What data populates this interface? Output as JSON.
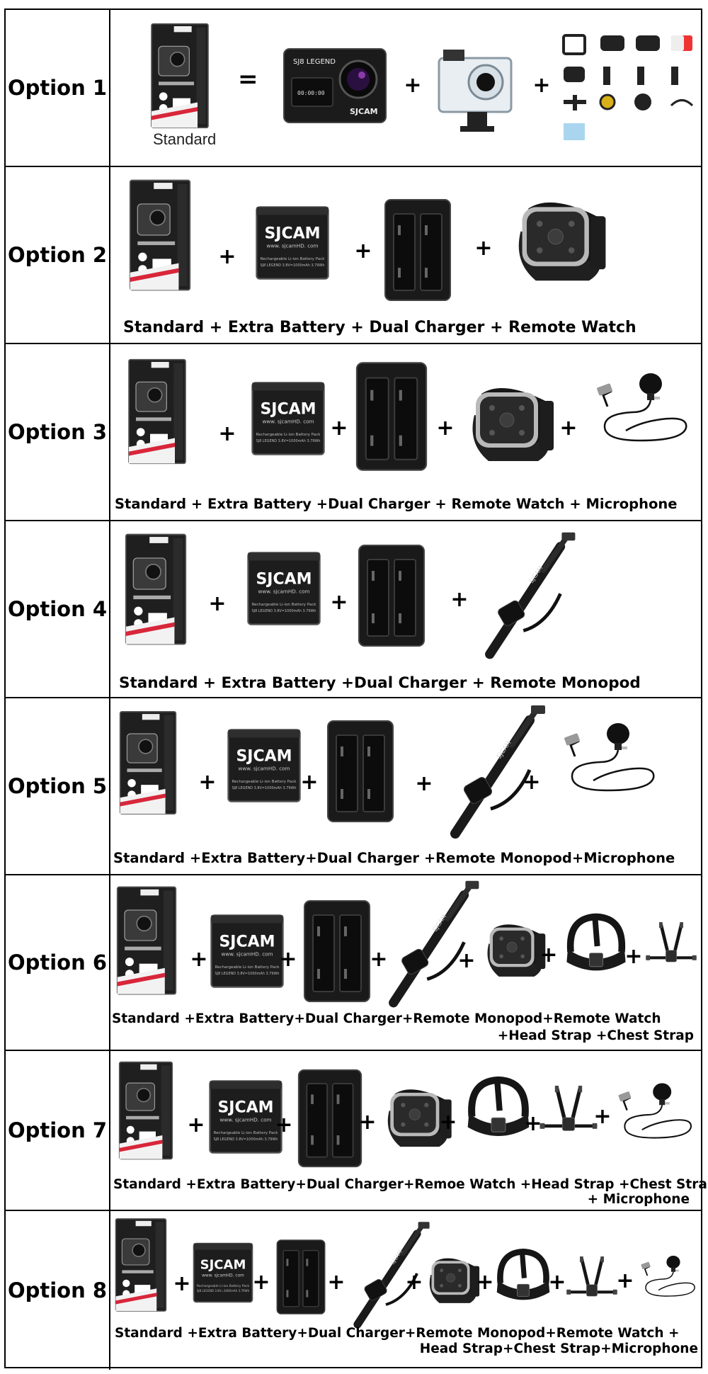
{
  "options": [
    {
      "label": "Option 1",
      "caption": ""
    },
    {
      "label": "Option 2",
      "caption": "Standard + Extra Battery + Dual Charger +  Remote Watch"
    },
    {
      "label": "Option 3",
      "caption": "Standard + Extra Battery +Dual Charger + Remote Watch + Microphone"
    },
    {
      "label": "Option 4",
      "caption": "Standard + Extra Battery +Dual Charger + Remote Monopod"
    },
    {
      "label": "Option 5",
      "caption": "Standard +Extra Battery+Dual Charger +Remote Monopod+Microphone"
    },
    {
      "label": "Option 6",
      "caption_line1": "Standard +Extra Battery+Dual Charger+Remote Monopod+Remote Watch",
      "caption_line2": "+Head Strap +Chest Strap"
    },
    {
      "label": "Option 7",
      "caption_line1": "Standard +Extra Battery+Dual Charger+Remoe Watch +Head Strap +Chest Strap",
      "caption_line2": "+ Microphone"
    },
    {
      "label": "Option 8",
      "caption_line1": "Standard +Extra Battery+Dual Charger+Remote Monopod+Remote Watch +",
      "caption_line2": "Head Strap+Chest Strap+Microphone"
    }
  ],
  "standard_label": "Standard",
  "symbols": {
    "equals": "=",
    "plus": "+"
  },
  "brand": {
    "name": "SJCAM",
    "model": "SJ8 LEGEND",
    "battery_url": "www. sjcamHD. com",
    "battery_line1": "Rechargeable Li-ion Battery Pack",
    "battery_line2": "SJ8 LEGEND 3.8V=1000mAh 3.79Wh",
    "screen_time": "00:00:00",
    "monopod_text": "SJCAM"
  },
  "colors": {
    "accent_red": "#d8263a",
    "device_black": "#1b1b1b",
    "frame": "#000000"
  }
}
